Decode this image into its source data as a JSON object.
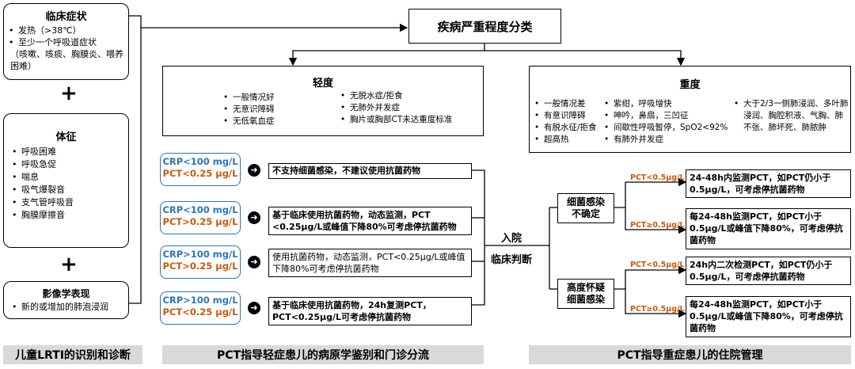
{
  "clinical": {
    "title": "临床症状",
    "items": [
      "发热（>38℃）",
      "至少一个呼吸道症状",
      "（咳嗽、咳痰、胸膜炎、喂养困难）"
    ]
  },
  "plus": "+",
  "signs": {
    "title": "体征",
    "items": [
      "呼吸困难",
      "呼吸急促",
      "喘息",
      "吸气爆裂音",
      "支气管呼吸音",
      "胸膜摩擦音"
    ]
  },
  "imaging": {
    "title": "影像学表现",
    "items": [
      "新的或增加的肺泡浸润"
    ]
  },
  "severity": "疾病严重程度分类",
  "mild": {
    "title": "轻度",
    "col1": [
      "一般情况好",
      "无意识障碍",
      "无低氧血症"
    ],
    "col2": [
      "无脱水症/拒食",
      "无肺外并发症",
      "胸片或胸部CT未达重度标准"
    ]
  },
  "severe": {
    "title": "重度",
    "col1": [
      "一般情况差",
      "有意识障碍",
      "有脱水征/拒食",
      "超高热"
    ],
    "col2": [
      "紫绀，呼吸增快",
      "呻吟，鼻扇，三凹征",
      "间歇性呼吸暂停，SpO2<92%",
      "有肺外并发症"
    ],
    "col3": [
      "大于2/3一侧肺浸润、多叶肺浸润、胸腔积液、气胸、肺不张、肺坏死、肺脓肿"
    ]
  },
  "mild_flow": [
    {
      "crp": "CRP<100 mg/L",
      "pct": "PCT<0.25 μg/L",
      "text": "不支持细菌感染，不建议使用抗菌药物"
    },
    {
      "crp": "CRP<100 mg/L",
      "pct": "PCT>0.25 μg/L",
      "text": "基于临床使用抗菌药物，动态监测，PCT <0.25μg/L或峰值下降80%可考虑停抗菌药物"
    },
    {
      "crp": "CRP>100 mg/L",
      "pct": "PCT>0.25 μg/L",
      "text": "使用抗菌药物，动态监测，PCT<0.25μg/L或峰值下降80%可考虑停抗菌药物"
    },
    {
      "crp": "CRP>100 mg/L",
      "pct": "PCT<0.25 μg/L",
      "text": "基于临床使用抗菌药物，24h复测PCT，PCT<0.25μg/L可考虑停抗菌药物"
    }
  ],
  "admission": {
    "line1": "入院",
    "line2": "临床判断"
  },
  "uncertain": {
    "label": "细菌感染不确定",
    "branches": [
      {
        "pct": "PCT<0.5μg/L",
        "text": "24-48h内监测PCT，如PCT仍小于0.5μg/L，可考虑停抗菌药物"
      },
      {
        "pct": "PCT≥0.5μg/L",
        "text": "每24-48h监测PCT，如PCT小于0.5μg/L或峰值下降80%，可考虑停抗菌药物"
      }
    ]
  },
  "suspected": {
    "label": "高度怀疑细菌感染",
    "branches": [
      {
        "pct": "PCT<0.5μg/L",
        "text": "24h内二次检测PCT，如PCT仍小于0.5μg/L，可考虑停抗菌药物"
      },
      {
        "pct": "PCT≥0.5μg/L",
        "text": "每24-48h监测PCT，如PCT小于0.5μg/L或峰值下降80%，可考虑停抗菌药物"
      }
    ]
  },
  "footers": [
    "儿童LRTI的识别和诊断",
    "PCT指导轻症患儿的病原学鉴别和门诊分流",
    "PCT指导重症患儿的住院管理"
  ]
}
